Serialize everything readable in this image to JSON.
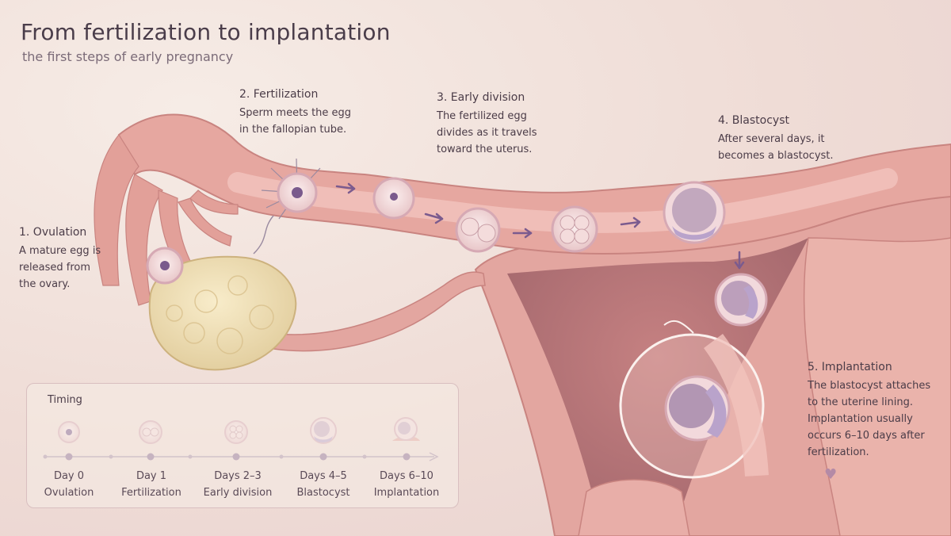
{
  "title": "From fertilization to implantation",
  "subtitle": "the first steps of early pregnancy",
  "steps": [
    {
      "heading": "1. Ovulation",
      "lines": [
        "A mature egg is",
        "released from",
        "the ovary."
      ]
    },
    {
      "heading": "2. Fertilization",
      "lines": [
        "Sperm meets the egg",
        "in the fallopian tube."
      ]
    },
    {
      "heading": "3. Early division",
      "lines": [
        "The fertilized egg",
        "divides as it travels",
        "toward the uterus."
      ]
    },
    {
      "heading": "4. Blastocyst",
      "lines": [
        "After several days, it",
        "becomes a blastocyst."
      ]
    },
    {
      "heading": "5. Implantation",
      "lines": [
        "The blastocyst attaches",
        "to the uterine lining.",
        "Implantation usually",
        "occurs 6–10 days after",
        "fertilization."
      ]
    }
  ],
  "timing": {
    "title": "Timing",
    "milestones": [
      {
        "day": "Day 0",
        "label": "Ovulation",
        "icon": "egg-icon"
      },
      {
        "day": "Day 1",
        "label": "Fertilization",
        "icon": "two-cell-icon"
      },
      {
        "day": "Days 2–3",
        "label": "Early division",
        "icon": "four-cell-icon"
      },
      {
        "day": "Days 4–5",
        "label": "Blastocyst",
        "icon": "blastocyst-icon"
      },
      {
        "day": "Days 6–10",
        "label": "Implantation",
        "icon": "implanting-blastocyst-icon"
      }
    ]
  },
  "decor": {
    "heart_icon": "heart-icon"
  },
  "colors": {
    "tissue": "#e0a09a",
    "tissue_dark": "#c9787a",
    "ovary": "#f1e2b8",
    "cell": "#f6dfe0",
    "nucleus": "#7a5a8c",
    "arrow": "#7b5b8e"
  }
}
